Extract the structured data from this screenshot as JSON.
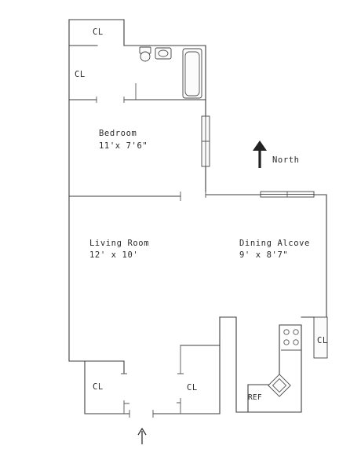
{
  "rooms": {
    "bedroom": {
      "name": "Bedroom",
      "dims": "11'x 7'6\""
    },
    "living": {
      "name": "Living Room",
      "dims": "12' x 10'"
    },
    "dining": {
      "name": "Dining Alcove",
      "dims": "9' x 8'7\""
    }
  },
  "closets": {
    "top": "CL",
    "left": "CL",
    "kitchen": "CL",
    "entry_left": "CL",
    "entry_right": "CL"
  },
  "kitchen": {
    "ref": "REF"
  },
  "compass": {
    "label": "North",
    "icon": "north-arrow-icon"
  },
  "entry": {
    "icon": "entry-arrow-icon"
  }
}
